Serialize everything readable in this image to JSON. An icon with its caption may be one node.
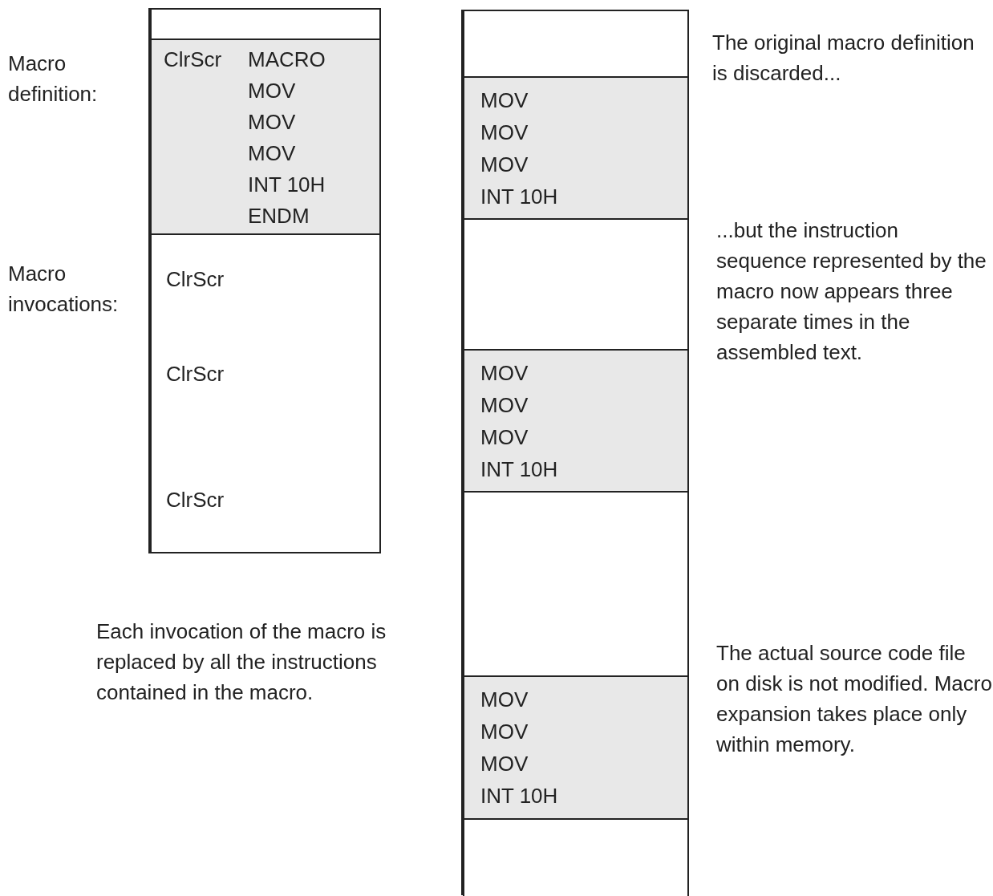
{
  "diagram": {
    "nodes": [
      {
        "text": [],
        "shape": "box"
      },
      {
        "text": [],
        "shape": "box",
        "in": 0
      },
      {
        "text": [
          "ClrScr",
          "MACRO",
          "MOV",
          "MOV",
          "MOV",
          "INT 10H",
          "ENDM"
        ],
        "in": 0
      },
      {
        "text": [
          "ClrScr",
          "ClrScr",
          "ClrScr"
        ],
        "in": 0
      },
      {
        "text": [],
        "shape": "box"
      },
      {
        "text": [],
        "shape": "box",
        "in": 4
      },
      {
        "text": [
          "MOV",
          "MOV",
          "MOV",
          "INT 10H"
        ],
        "in": 4
      },
      {
        "text": [],
        "shape": "box",
        "in": 4
      },
      {
        "text": [
          "MOV",
          "MOV",
          "MOV",
          "INT 10H"
        ],
        "in": 4
      },
      {
        "text": [],
        "shape": "box",
        "in": 4
      },
      {
        "text": [
          "MOV",
          "MOV",
          "MOV",
          "INT 10H"
        ],
        "in": 4
      },
      {
        "text": [],
        "shape": "box",
        "in": 4
      }
    ],
    "edges": [],
    "labels": [
      "Macro definition:",
      "The original macro definition is discarded...",
      "Macro invocations:",
      "...but the instruction sequence represented by the macro now appears three separate times in the assembled text.",
      "Each invocation of the macro is replaced by all the instructions contained in the macro.",
      "The actual source code file on disk is not modified. Macro expansion takes place only within memory."
    ]
  }
}
